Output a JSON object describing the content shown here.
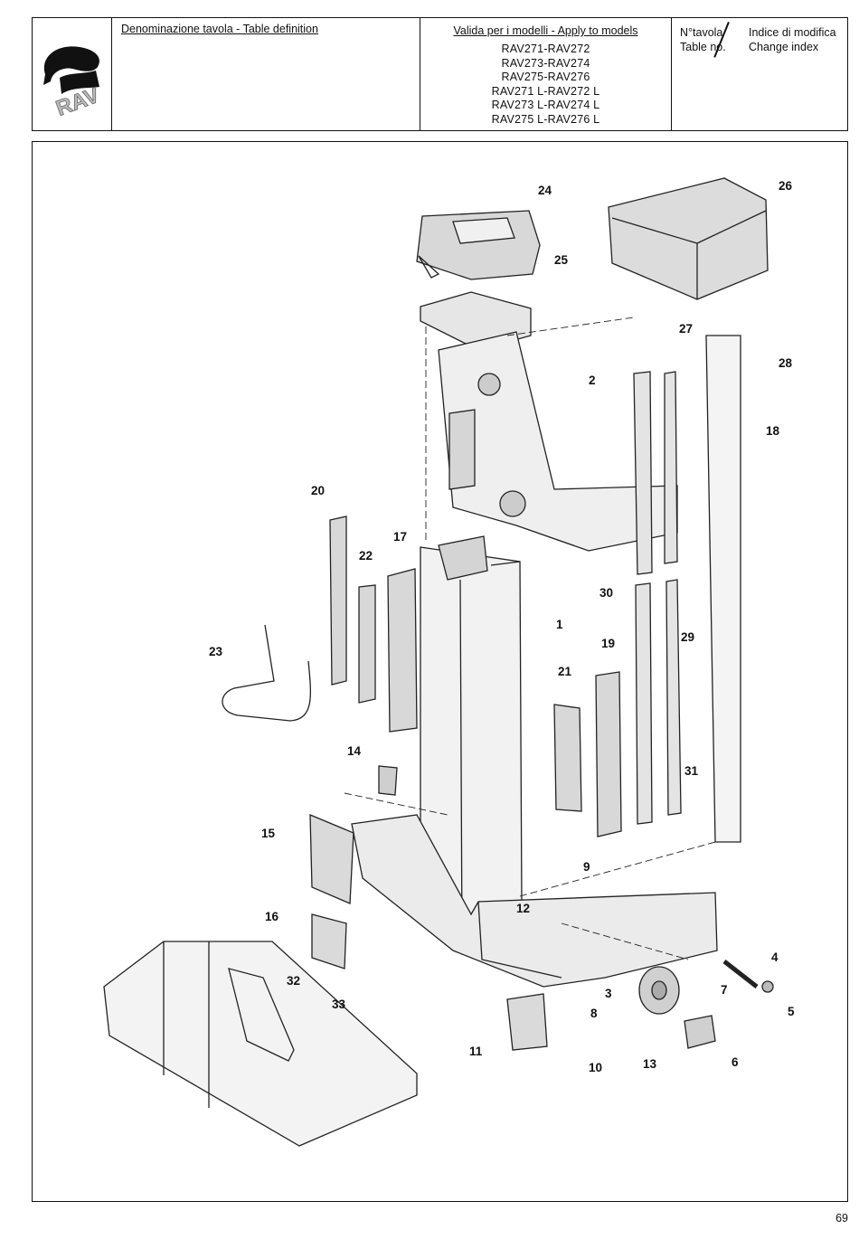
{
  "header": {
    "table_definition_label": "Denominazione tavola - Table definition",
    "models_label": "Valida per i modelli - Apply to models",
    "models": [
      "RAV271-RAV272",
      "RAV273-RAV274",
      "RAV275-RAV276",
      "RAV271 L-RAV272 L",
      "RAV273 L-RAV274 L",
      "RAV275 L-RAV276 L"
    ],
    "table_no_label_it": "N°tavola",
    "table_no_label_en": "Table no.",
    "change_index_label_it": "Indice di modifica",
    "change_index_label_en": "Change index",
    "logo_text": "RAV"
  },
  "callouts": [
    "1",
    "2",
    "3",
    "4",
    "5",
    "6",
    "7",
    "8",
    "9",
    "10",
    "11",
    "12",
    "13",
    "14",
    "15",
    "16",
    "17",
    "18",
    "19",
    "20",
    "21",
    "22",
    "23",
    "24",
    "25",
    "26",
    "27",
    "28",
    "29",
    "30",
    "31",
    "32",
    "33"
  ],
  "page_number": "69"
}
